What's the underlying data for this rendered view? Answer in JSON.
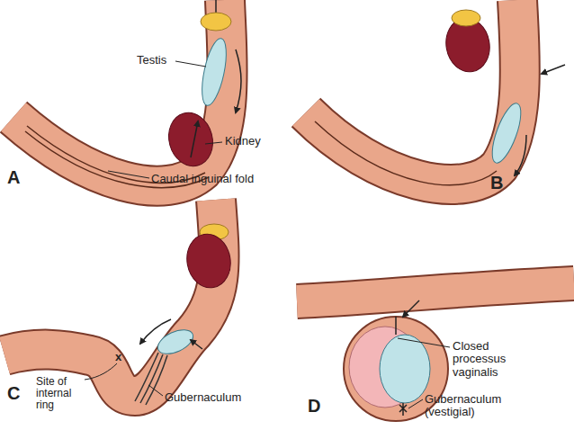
{
  "diagram": {
    "labels": [
      "Testis",
      "Kidney",
      "Caudal inguinal fold",
      "A",
      "B",
      "x",
      "Site of internal ring",
      "Gubernaculum",
      "C",
      "Closed processus vaginalis",
      "Gubernaculum (vestigial)",
      "D"
    ]
  }
}
